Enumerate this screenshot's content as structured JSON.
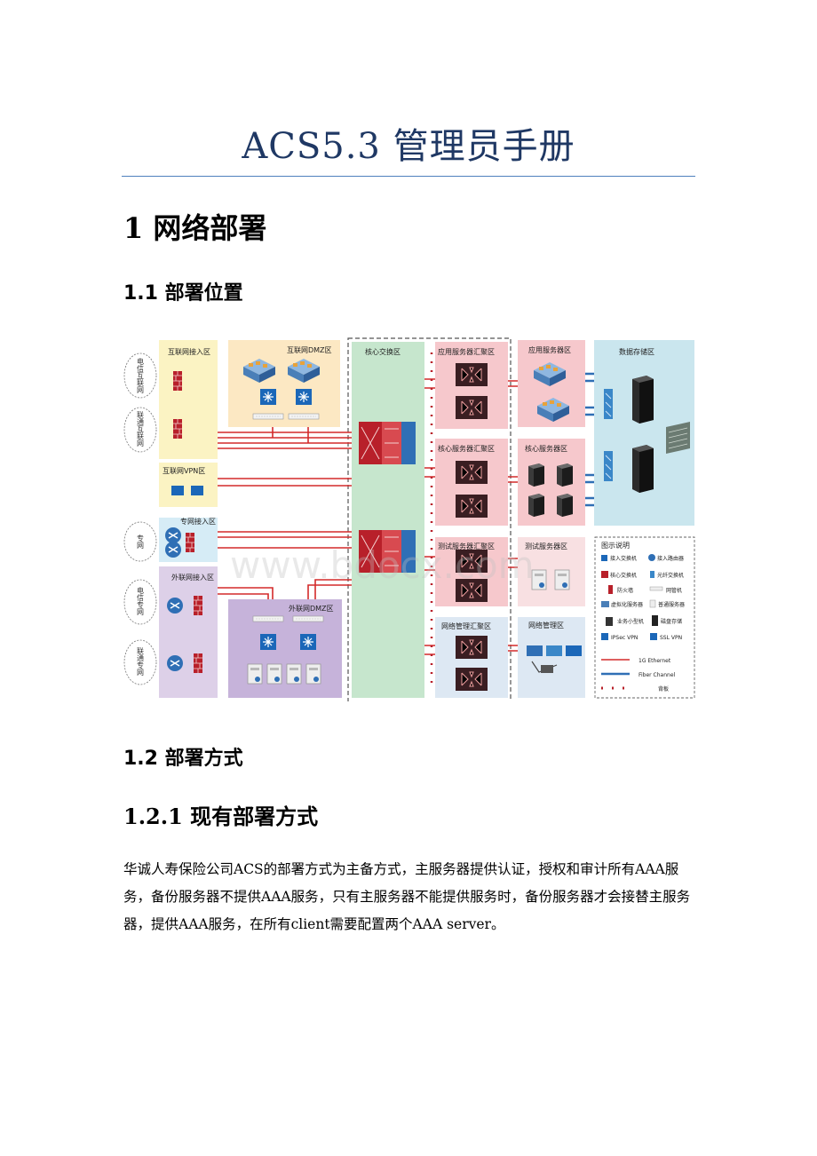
{
  "doc": {
    "title": "ACS5.3 管理员手册",
    "h1": "1  网络部署",
    "h2_deploy_location": "1.1  部署位置",
    "h2_deploy_method": "1.2  部署方式",
    "h3_existing": "1.2.1 现有部署方式",
    "paragraph": "华诚人寿保险公司ACS的部署方式为主备方式，主服务器提供认证，授权和审计所有AAA服务，备份服务器不提供AAA服务，只有主服务器不能提供服务时，备份服务器才会接替主服务器，提供AAA服务，在所有client需要配置两个AAA server。"
  },
  "diagram": {
    "clouds": [
      "电信互联网",
      "联通互联网",
      "专网",
      "电信专网",
      "联通专网"
    ],
    "zones": {
      "internet_access": "互联网接入区",
      "internet_dmz": "互联网DMZ区",
      "internet_vpn": "互联网VPN区",
      "private_access": "专网接入区",
      "extranet_access": "外联网接入区",
      "extranet_dmz": "外联网DMZ区",
      "core_switch": "核心交换区",
      "app_agg": "应用服务器汇聚区",
      "core_agg": "核心服务器汇聚区",
      "test_agg": "测试服务器汇聚区",
      "netmgmt_agg": "网络管理汇聚区",
      "app_server": "应用服务器区",
      "core_server": "核心服务器区",
      "test_server": "测试服务器区",
      "netmgmt": "网络管理区",
      "storage": "数据存储区"
    },
    "legend": {
      "title": "图示说明",
      "items": [
        "接入交换机",
        "接入路由器",
        "核心交换机",
        "光纤交换机",
        "防火墙",
        "网管机",
        "虚拟化服务器",
        "普通服务器",
        "业务小型机",
        "磁盘存储",
        "IPSec VPN",
        "SSL VPN"
      ],
      "lines": [
        "1G Ethernet",
        "Fiber Channel",
        "背板"
      ]
    },
    "watermark": "www.bdocx.com",
    "colors": {
      "internet_zone": "#fbf3c3",
      "vpn_zone": "#fbf3c3",
      "private_zone": "#d6ecf6",
      "extranet_zone": "#ddd0e8",
      "dmz_zone": "#fce8c3",
      "extranet_dmz_zone": "#c6b3da",
      "core_zone": "#c6e6cd",
      "agg_zone": "#f6c8cc",
      "server_zone": "#f6c8cc",
      "storage_zone": "#cae6ee",
      "netmgmt_zone": "#dde8f3",
      "link_red": "#d32a2a",
      "link_blue": "#2f6fb5"
    }
  }
}
